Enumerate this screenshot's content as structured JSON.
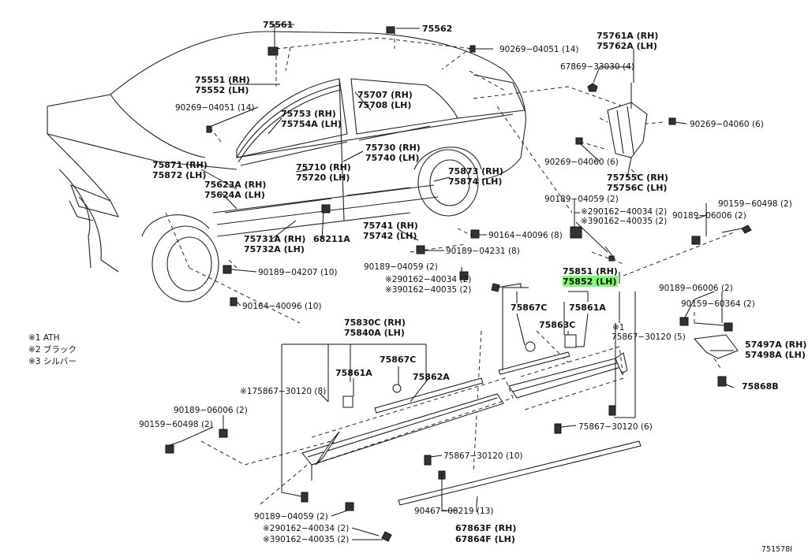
{
  "labels": {
    "p75561": "75561",
    "p75562": "75562",
    "p90269_04051_14_top": "90269−04051 (14)",
    "p75761a": "75761A (RH)",
    "p75762a": "75762A (LH)",
    "p67869": "67869−33030 (4)",
    "p75551": "75551 (RH)",
    "p75552": "75552 (LH)",
    "p90269_04051_14_left": "90269−04051 (14)",
    "p75707": "75707 (RH)",
    "p75708": "75708 (LH)",
    "p75753": "75753  (RH)",
    "p75754a": "75754A (LH)",
    "p90269_04060_6_right": "90269−04060 (6)",
    "p90269_04060_6_left": "90269−04060 (6)",
    "p75730": "75730 (RH)",
    "p75740": "75740 (LH)",
    "p75871": "75871 (RH)",
    "p75872": "75872 (LH)",
    "p75710": "75710 (RH)",
    "p75720": "75720 (LH)",
    "p75873": "75873 (RH)",
    "p75874": "75874 (LH)",
    "p75755c": "75755C (RH)",
    "p75756c": "75756C (LH)",
    "p75623a": "75623A (RH)",
    "p75624a": "75624A (LH)",
    "p90189_04059_2_top": "90189−04059 (2)",
    "p90162_40034_2_top": "90162−40034 (2)",
    "p90162_40035_2_top": "90162−40035 (2)",
    "p90159_60498_2_top": "90159−60498 (2)",
    "p90189_06006_2_top": "90189−06006 (2)",
    "p75741": "75741 (RH)",
    "p75742": "75742 (LH)",
    "p90164_40096_8": "90164−40096 (8)",
    "p75731a": "75731A (RH)",
    "p75732a": "75732A (LH)",
    "p68211a": "68211A",
    "p90189_04231_8": "90189−04231 (8)",
    "p90189_04059_2_mid": "90189−04059 (2)",
    "p90189_04207_10": "90189−04207 (10)",
    "p75851": "75851 (RH)",
    "p75852": "75852 (LH)",
    "p90162_40034_2_mid": "90162−40034 (2)",
    "p90162_40035_2_mid": "90162−40035 (2)",
    "p90189_06006_2_right": "90189−06006 (2)",
    "p90164_40096_10": "90164−40096 (10)",
    "p75867c_right": "75867C",
    "p75861a_right": "75861A",
    "p90159_60364_2": "90159−60364 (2)",
    "p75863c": "75863C",
    "p75830c": "75830C (RH)",
    "p75840a": "75840A (LH)",
    "p75867_30120_5": "75867−30120 (5)",
    "p57497a": "57497A (RH)",
    "p57498a": "57498A (LH)",
    "p75861a_left": "75861A",
    "p75867c_left": "75867C",
    "p75862a": "75862A",
    "p75868b": "75868B",
    "p75867_30120_8": "75867−30120 (8)",
    "p90189_06006_2_left": "90189−06006 (2)",
    "p90159_60498_2_left": "90159−60498 (2)",
    "p75867_30120_6": "75867−30120 (6)",
    "p75867_30120_10": "75867−30120 (10)",
    "p90467_08219_13": "90467−08219 (13)",
    "p90189_04059_2_bot": "90189−04059 (2)",
    "p90162_40034_2_bot": "90162−40034 (2)",
    "p90162_40035_2_bot": "90162−40035 (2)",
    "p67863f": "67863F (RH)",
    "p67864f": "67864F (LH)",
    "diagram_id": "751578I"
  },
  "notes": {
    "mark1": "※1",
    "mark2": "※2",
    "mark3": "※3",
    "legend1": "※1  ATH",
    "legend2": "※2  ブラック",
    "legend3": "※3  シルバー"
  },
  "highlight_color": "#7CFC6E"
}
